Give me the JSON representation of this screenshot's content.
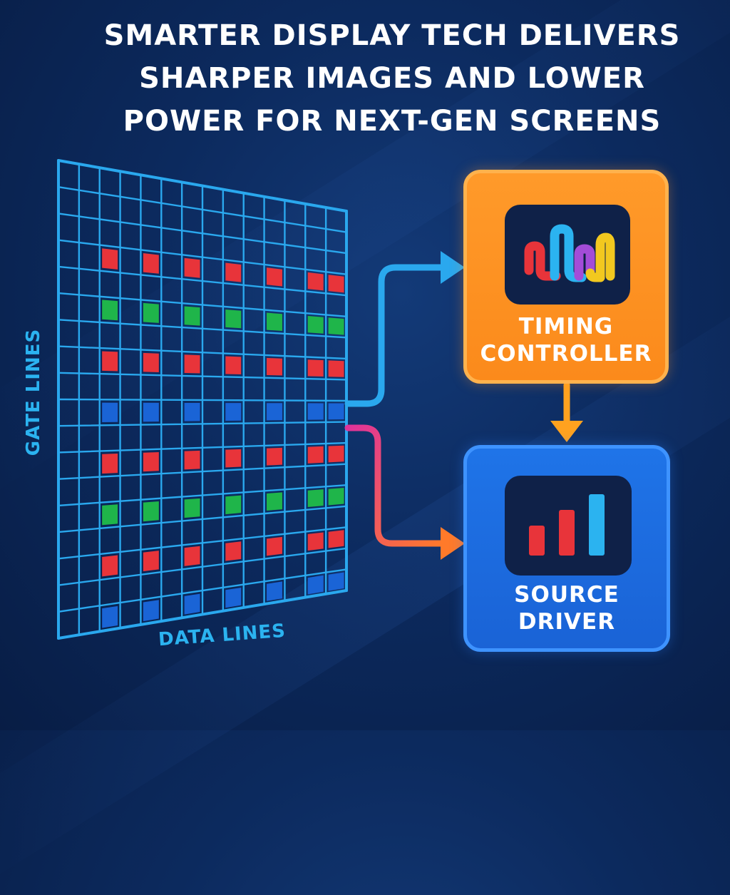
{
  "headline": {
    "line1": "SMARTER DISPLAY TECH DELIVERS",
    "line2": "SHARPER IMAGES AND LOWER",
    "line3": "POWER FOR NEXT-GEN SCREENS"
  },
  "grid": {
    "gate_label": "GATE LINES",
    "data_label": "DATA LINES",
    "line_color": "#2aa8ee",
    "subpixel_colors": {
      "red": "#e8343a",
      "green": "#1fb54a",
      "blue": "#1a64d6"
    },
    "rows": 18,
    "cols": 14,
    "pixel_rows": [
      {
        "color": "red",
        "cells": [
          2,
          4,
          6,
          8,
          10,
          12,
          13
        ]
      },
      {
        "color": "green",
        "cells": [
          2,
          4,
          6,
          8,
          10,
          12,
          13
        ]
      },
      {
        "color": "red",
        "cells": [
          2,
          4,
          6,
          8,
          10,
          12,
          13
        ]
      },
      {
        "color": "blue",
        "cells": [
          2,
          4,
          6,
          8,
          10,
          12,
          13
        ]
      },
      {
        "color": "red",
        "cells": [
          2,
          4,
          6,
          8,
          10,
          12,
          13
        ]
      },
      {
        "color": "green",
        "cells": [
          2,
          4,
          6,
          8,
          10,
          12,
          13
        ]
      },
      {
        "color": "red",
        "cells": [
          2,
          4,
          6,
          8,
          10,
          12,
          13
        ]
      },
      {
        "color": "blue",
        "cells": [
          2,
          4,
          6,
          8,
          10,
          12,
          13
        ]
      }
    ]
  },
  "timing_controller": {
    "line1": "TIMING",
    "line2": "CONTROLLER",
    "icon": "multicolor-waveform-icon",
    "color": "#fb8c1e"
  },
  "source_driver": {
    "line1": "SOURCE",
    "line2": "DRIVER",
    "icon": "bar-chart-icon",
    "color": "#1c68dc"
  },
  "connectors": {
    "grid_to_timing_color": "#2aa8ee",
    "grid_to_source_gradient": [
      "#e0339a",
      "#ff7a2a"
    ],
    "timing_to_source_color": "#ffa21f"
  }
}
